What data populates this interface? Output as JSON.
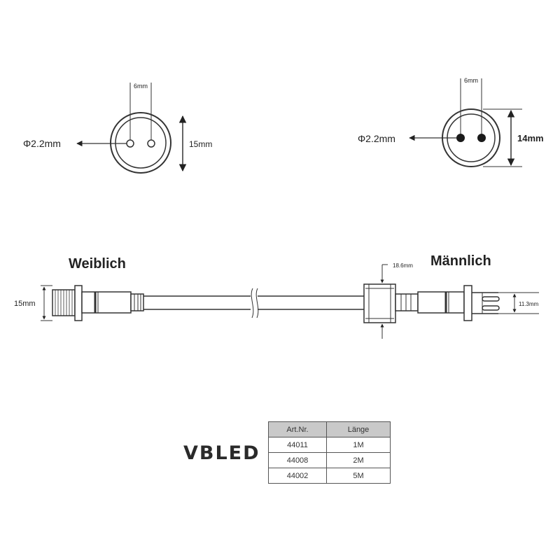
{
  "top_left": {
    "pitch": "6mm",
    "pin_diameter": "Φ2.2mm",
    "outer_diameter": "15mm"
  },
  "top_right": {
    "pitch": "6mm",
    "pin_diameter": "Φ2.2mm",
    "outer_diameter": "14mm"
  },
  "cable": {
    "female_label": "Weiblich",
    "male_label": "Männlich",
    "female_height": "15mm",
    "nut_width": "18.6mm",
    "plug_height": "11.3mm"
  },
  "brand": "VBLED",
  "table": {
    "headers": [
      "Art.Nr.",
      "Länge"
    ],
    "rows": [
      [
        "44011",
        "1M"
      ],
      [
        "44008",
        "2M"
      ],
      [
        "44002",
        "5M"
      ]
    ]
  },
  "colors": {
    "line": "#333333",
    "pin_fill": "#1a1a1a",
    "table_header": "#c9c9c9"
  }
}
